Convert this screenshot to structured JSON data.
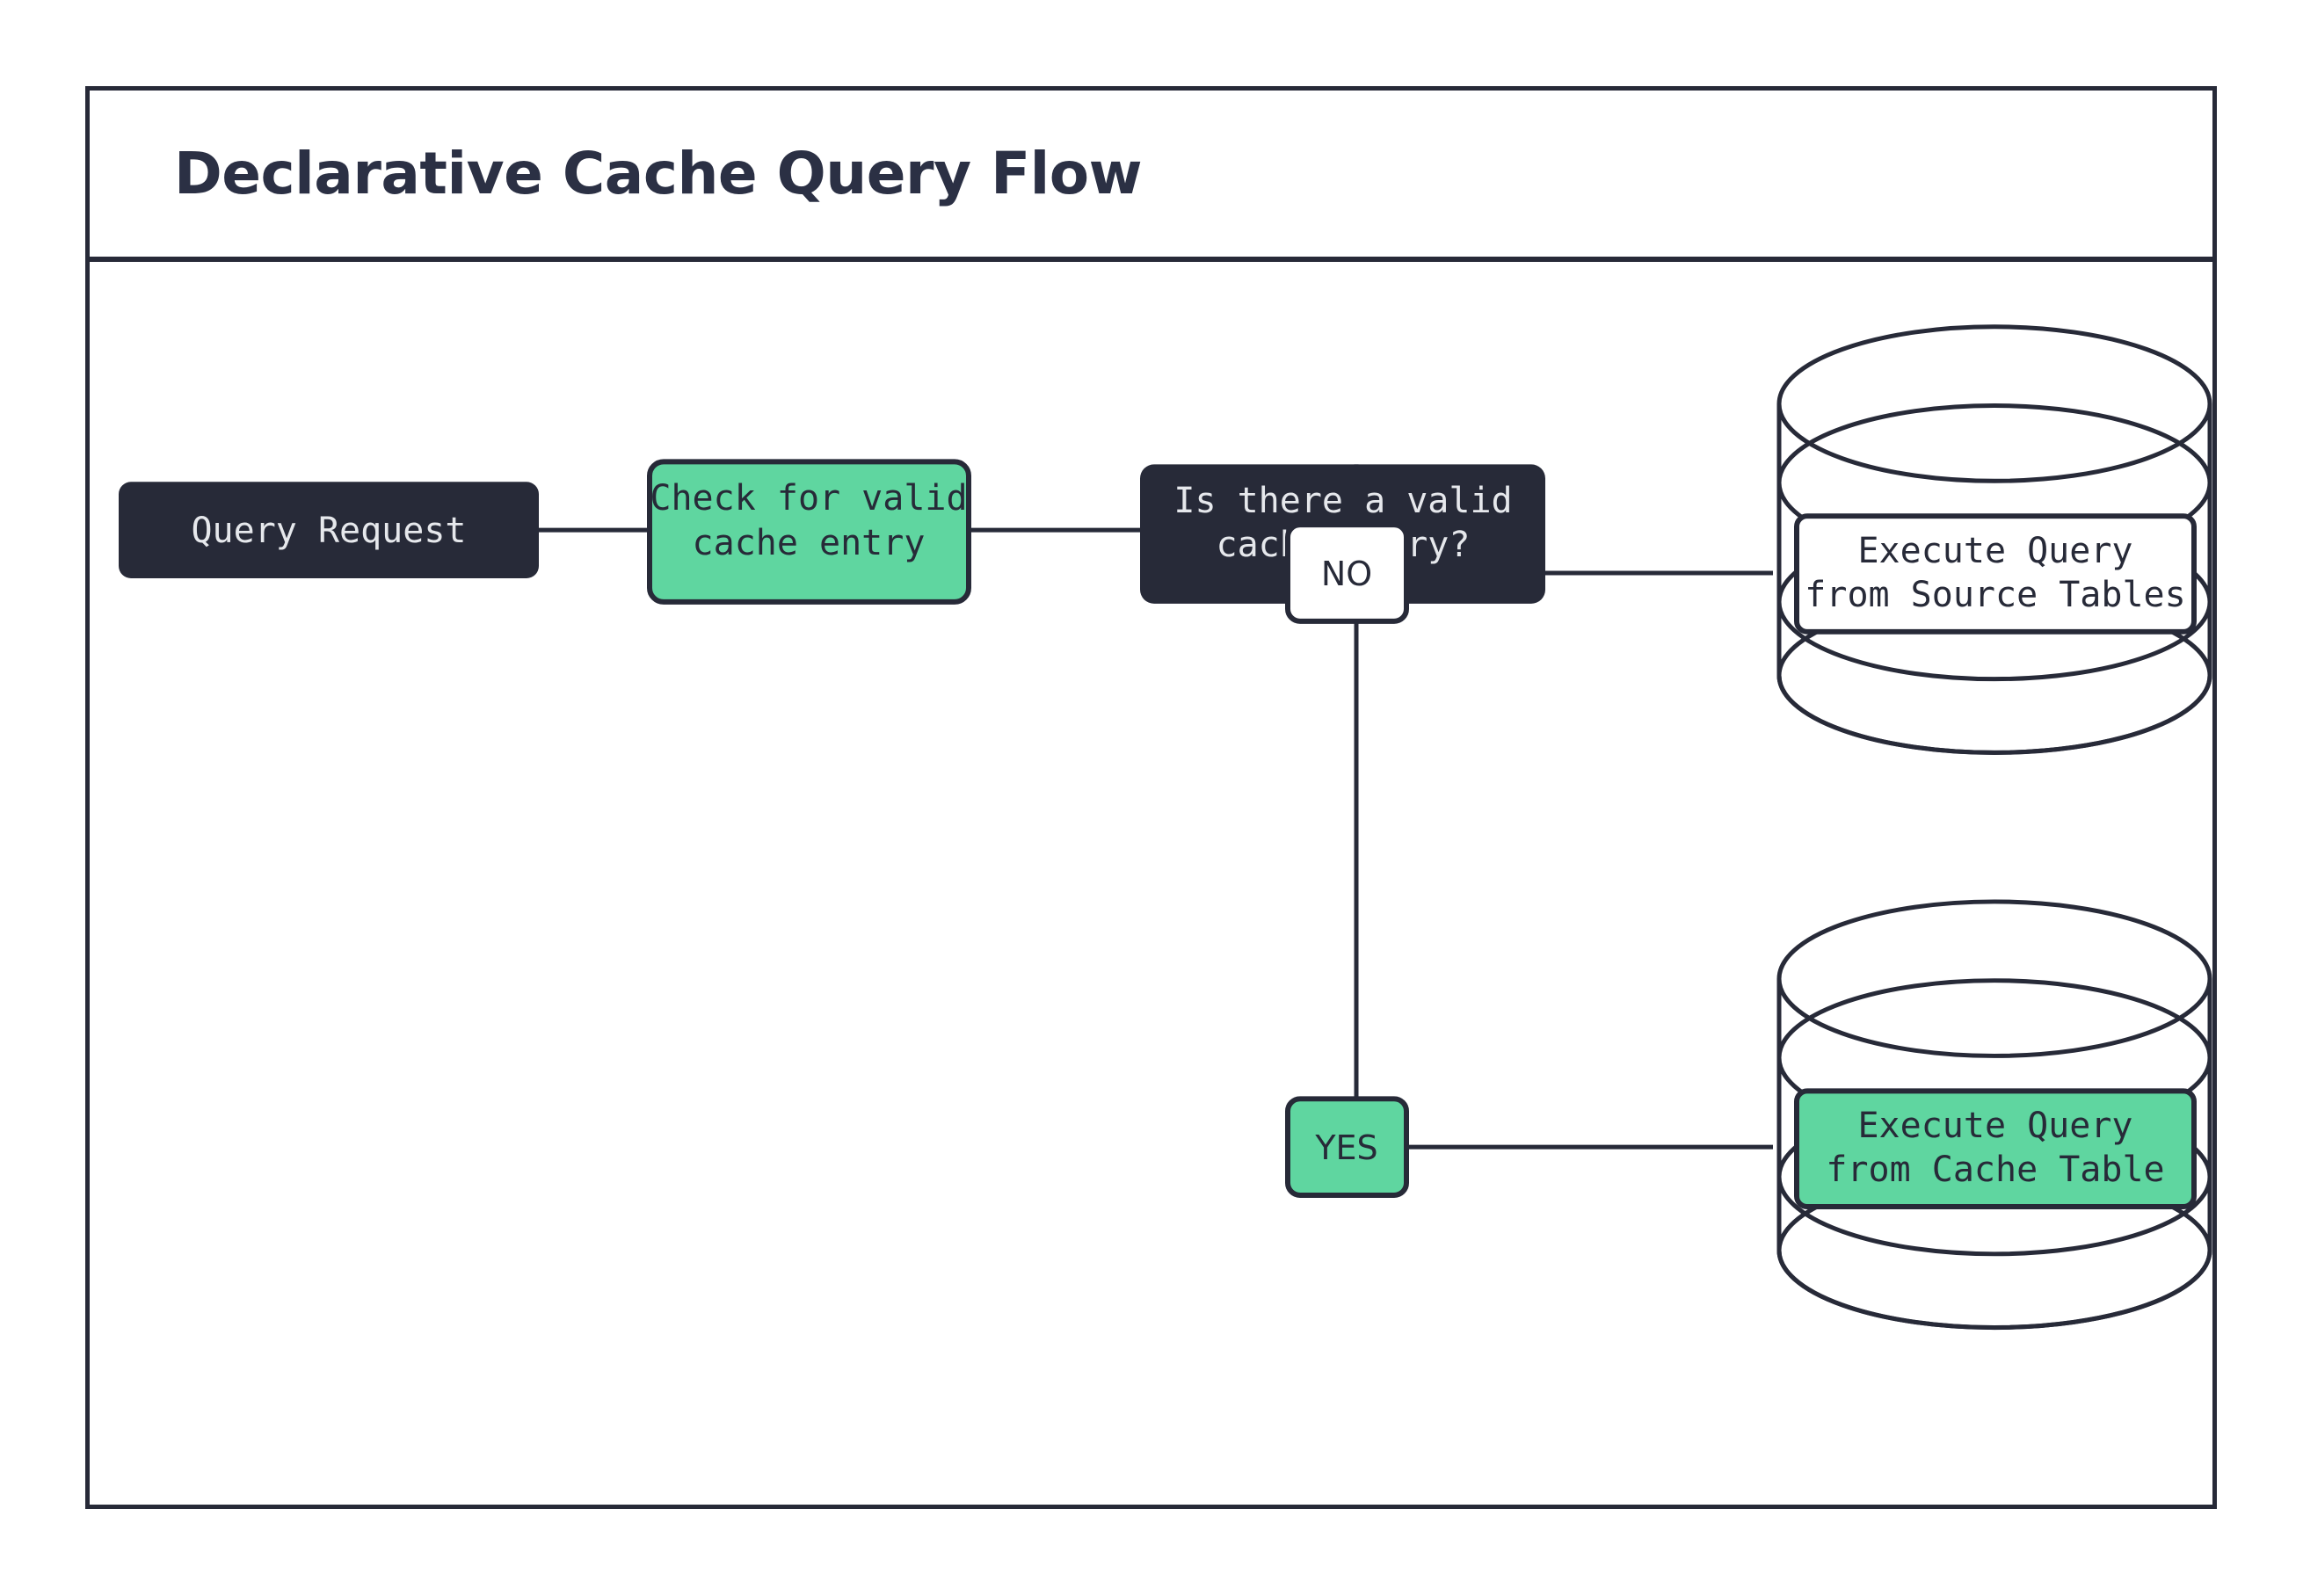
{
  "diagram": {
    "title": "Declarative Cache Query Flow",
    "colors": {
      "dark": "#272A38",
      "green": "#5FD6A0",
      "white": "#FFFFFF",
      "light_text": "#E6E8EC",
      "stroke": "#272A38",
      "title_text": "#2B3044"
    },
    "nodes": [
      {
        "id": "query-request",
        "label": "Query Request",
        "shape": "rounded-rect",
        "fill": "dark",
        "text_color": "light"
      },
      {
        "id": "check-cache",
        "label_line1": "Check for valid",
        "label_line2": "cache entry",
        "shape": "rounded-rect",
        "fill": "green",
        "text_color": "dark"
      },
      {
        "id": "decision",
        "label_line1": "Is there a valid",
        "label_line2": "cache entry?",
        "shape": "rounded-rect",
        "fill": "dark",
        "text_color": "light"
      },
      {
        "id": "execute-source",
        "label_line1": "Execute Query",
        "label_line2": "from Source Tables",
        "shape": "database-cylinder",
        "fill": "white",
        "text_color": "dark"
      },
      {
        "id": "execute-cache",
        "label_line1": "Execute Query",
        "label_line2": "from Cache Table",
        "shape": "database-cylinder",
        "fill": "green",
        "text_color": "dark"
      }
    ],
    "edge_labels": [
      {
        "id": "branch-no",
        "label": "NO",
        "fill": "white",
        "text_color": "dark"
      },
      {
        "id": "branch-yes",
        "label": "YES",
        "fill": "green",
        "text_color": "dark"
      }
    ],
    "edges": [
      {
        "from": "query-request",
        "to": "check-cache",
        "label": ""
      },
      {
        "from": "check-cache",
        "to": "decision",
        "label": ""
      },
      {
        "from": "decision",
        "to": "execute-source",
        "label": "NO"
      },
      {
        "from": "decision",
        "to": "execute-cache",
        "label": "YES"
      }
    ]
  }
}
